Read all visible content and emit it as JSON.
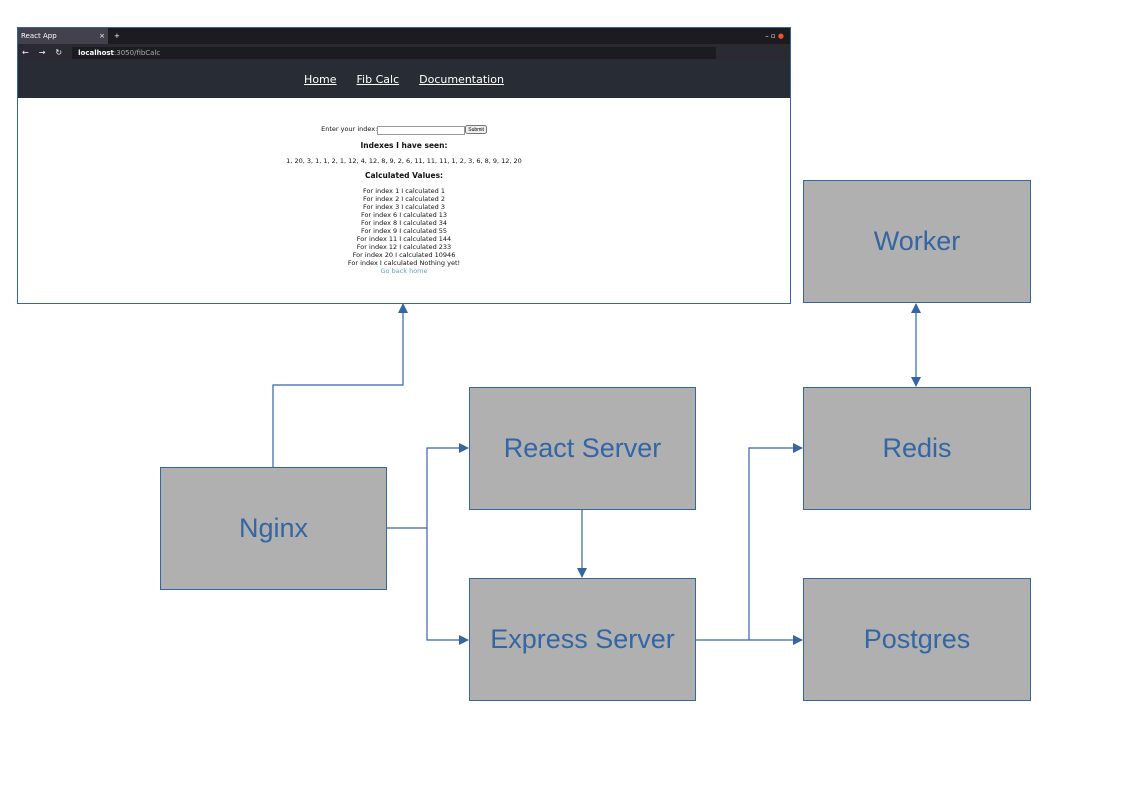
{
  "browser": {
    "tab_title": "React App",
    "url_host": "localhost",
    "url_path": ":3050/fibCalc"
  },
  "app": {
    "nav": [
      "Home",
      "Fib Calc",
      "Documentation"
    ],
    "input_label": "Enter your index:",
    "submit_label": "Submit",
    "seen_heading": "Indexes I have seen:",
    "seen_list": "1, 20, 3, 1, 1, 2, 1, 12, 4, 12, 8, 9, 2, 6, 11, 11, 11, 1, 2, 3, 6, 8, 9, 12, 20",
    "calc_heading": "Calculated Values:",
    "values": [
      "For index 1 I calculated 1",
      "For index 2 I calculated 2",
      "For index 3 I calculated 3",
      "For index 6 I calculated 13",
      "For index 8 I calculated 34",
      "For index 9 I calculated 55",
      "For index 11 I calculated 144",
      "For index 12 I calculated 233",
      "For index 20 I calculated 10946",
      "For index I calculated Nothing yet!"
    ],
    "back_link": "Go back home"
  },
  "diagram": {
    "nodes": {
      "worker": "Worker",
      "redis": "Redis",
      "postgres": "Postgres",
      "react": "React Server",
      "express": "Express Server",
      "nginx": "Nginx"
    },
    "colors": {
      "box_fill": "#b0b0b0",
      "accent": "#3465a4"
    }
  }
}
